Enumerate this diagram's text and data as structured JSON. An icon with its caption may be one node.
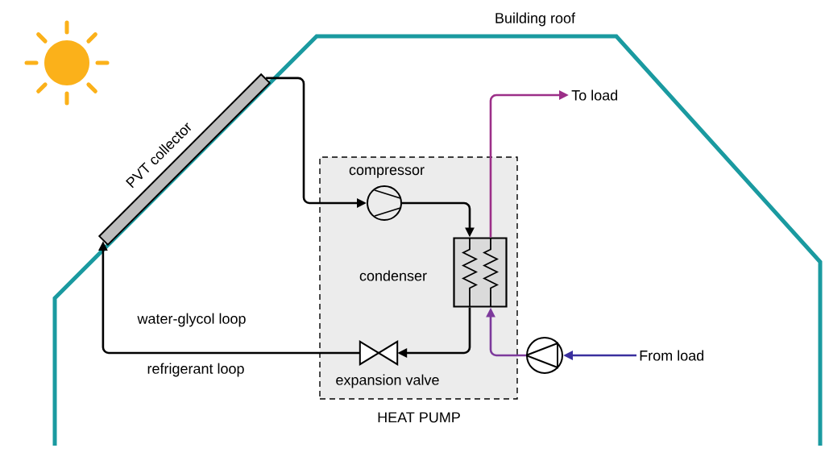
{
  "diagram": {
    "nodes": [
      {
        "text": [
          "PVT collector"
        ]
      },
      {
        "text": [
          "HEAT PUMP"
        ]
      },
      {
        "text": [
          "compressor"
        ],
        "in": 1
      },
      {
        "text": [
          "condenser"
        ],
        "in": 1
      },
      {
        "text": [
          "expansion valve"
        ],
        "in": 1
      },
      {
        "text": [],
        "shape": "circle"
      },
      {
        "text": [
          "To load"
        ]
      },
      {
        "text": [
          "From load"
        ]
      }
    ],
    "edges": [
      {
        "from": 0,
        "to": 2,
        "arrow": "to"
      },
      {
        "from": 2,
        "to": 3,
        "arrow": "to"
      },
      {
        "from": 3,
        "to": 4,
        "arrow": "to"
      },
      {
        "from": 4,
        "to": 0,
        "arrow": "to"
      },
      {
        "from": 3,
        "to": 6,
        "arrow": "to",
        "color": "#9c2f88"
      },
      {
        "from": 7,
        "to": 5,
        "arrow": "to",
        "color": "#3a2f9e"
      },
      {
        "from": 5,
        "to": 3,
        "arrow": "to",
        "color": "#7d3a9c"
      }
    ],
    "labels": [
      "Building roof",
      "water-glycol loop",
      "refrigerant loop"
    ]
  }
}
